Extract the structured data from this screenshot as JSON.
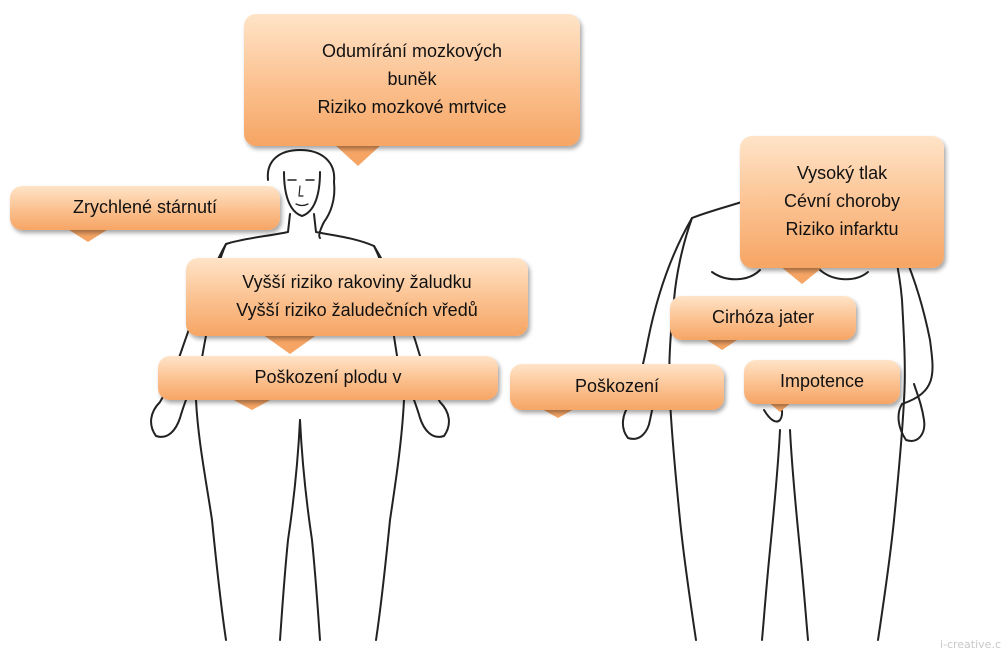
{
  "callouts": {
    "brain": {
      "lines": [
        "Odumírání mozkových",
        "buněk",
        "Riziko mozkové mrtvice"
      ]
    },
    "aging": {
      "lines": [
        "Zrychlené stárnutí"
      ]
    },
    "stomach": {
      "lines": [
        "Vyšší riziko rakoviny žaludku",
        "Vyšší riziko žaludečních vředů"
      ]
    },
    "fetus": {
      "lines": [
        "Poškození plodu v"
      ]
    },
    "heart": {
      "lines": [
        "Vysoký tlak",
        "Cévní choroby",
        "Riziko infarktu"
      ]
    },
    "liver": {
      "lines": [
        "Cirhóza jater"
      ]
    },
    "damage": {
      "lines": [
        "Poškození"
      ]
    },
    "impotence": {
      "lines": [
        "Impotence"
      ]
    }
  },
  "watermark": "i-creative.c",
  "colors": {
    "bubble_top": "#ffe4c8",
    "bubble_bottom": "#f6a564",
    "outline": "#222222"
  }
}
